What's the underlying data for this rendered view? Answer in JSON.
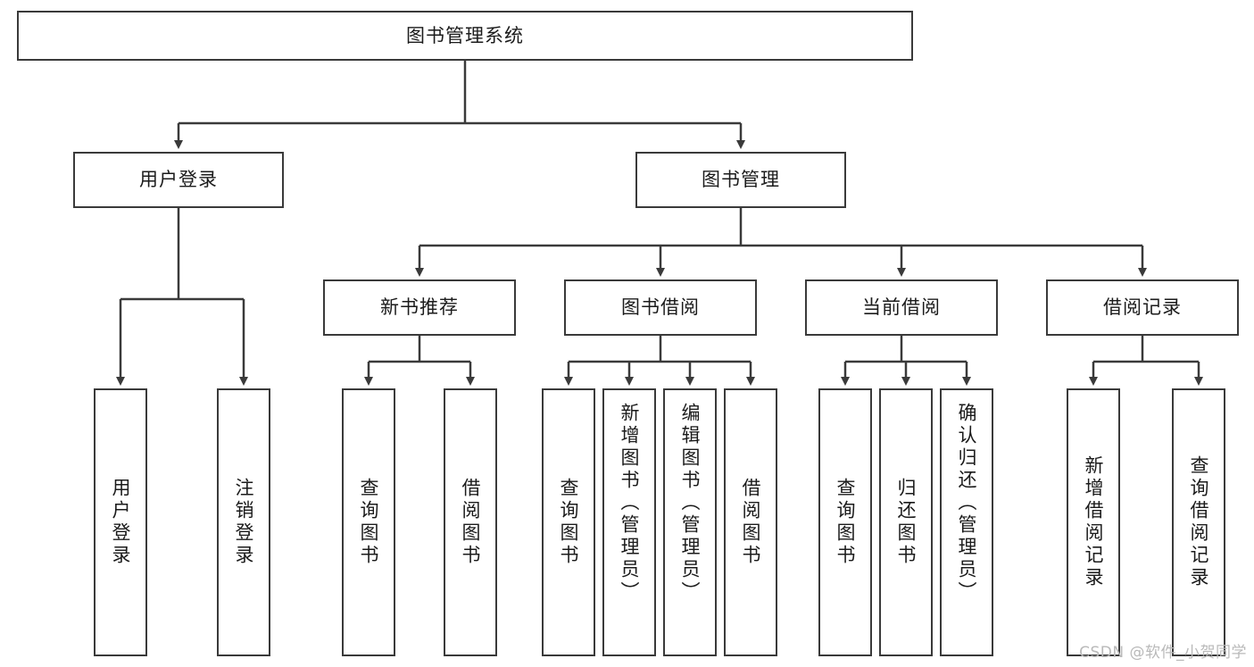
{
  "diagram": {
    "type": "tree-hierarchy-chart",
    "title": "图书管理系统",
    "stroke_color": "#3a3a3a",
    "background_color": "#ffffff",
    "text_color": "#1b1b1b",
    "levels": [
      {
        "level": 1,
        "nodes": [
          {
            "id": "root",
            "label": "图书管理系统"
          }
        ]
      },
      {
        "level": 2,
        "nodes": [
          {
            "id": "login",
            "label": "用户登录",
            "parent": "root"
          },
          {
            "id": "bookmgmt",
            "label": "图书管理",
            "parent": "root"
          }
        ]
      },
      {
        "level": 3,
        "nodes": [
          {
            "id": "newbook",
            "label": "新书推荐",
            "parent": "bookmgmt"
          },
          {
            "id": "borrow",
            "label": "图书借阅",
            "parent": "bookmgmt"
          },
          {
            "id": "current",
            "label": "当前借阅",
            "parent": "bookmgmt"
          },
          {
            "id": "record",
            "label": "借阅记录",
            "parent": "bookmgmt"
          }
        ]
      },
      {
        "level": 4,
        "nodes": [
          {
            "id": "leaf1",
            "label": "用户登录",
            "parent": "login"
          },
          {
            "id": "leaf2",
            "label": "注销登录",
            "parent": "login"
          },
          {
            "id": "leaf3",
            "label": "查询图书",
            "parent": "newbook"
          },
          {
            "id": "leaf4",
            "label": "借阅图书",
            "parent": "newbook"
          },
          {
            "id": "leaf5",
            "label": "查询图书",
            "parent": "borrow"
          },
          {
            "id": "leaf6",
            "label": "新增图书（管理员）",
            "parent": "borrow"
          },
          {
            "id": "leaf7",
            "label": "编辑图书（管理员）",
            "parent": "borrow"
          },
          {
            "id": "leaf8",
            "label": "借阅图书",
            "parent": "borrow"
          },
          {
            "id": "leaf9",
            "label": "查询图书",
            "parent": "current"
          },
          {
            "id": "leaf10",
            "label": "归还图书",
            "parent": "current"
          },
          {
            "id": "leaf11",
            "label": "确认归还（管理员）",
            "parent": "current"
          },
          {
            "id": "leaf12",
            "label": "新增借阅记录",
            "parent": "record"
          },
          {
            "id": "leaf13",
            "label": "查询借阅记录",
            "parent": "record"
          }
        ]
      }
    ]
  },
  "watermark": {
    "text": "CSDN @软件_小贺同学"
  }
}
